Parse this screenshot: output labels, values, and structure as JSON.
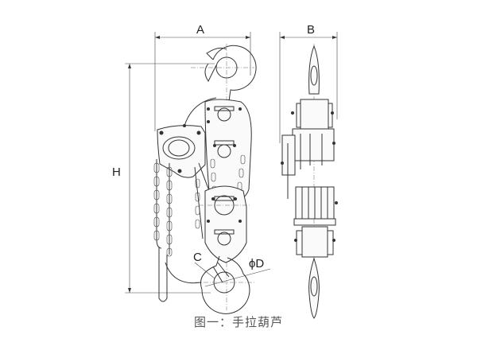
{
  "diagram": {
    "dimension_labels": {
      "width": "A",
      "depth": "B",
      "height": "H",
      "hook_opening": "C",
      "hook_diameter": "ϕD"
    },
    "caption": "图一：手拉葫芦"
  }
}
